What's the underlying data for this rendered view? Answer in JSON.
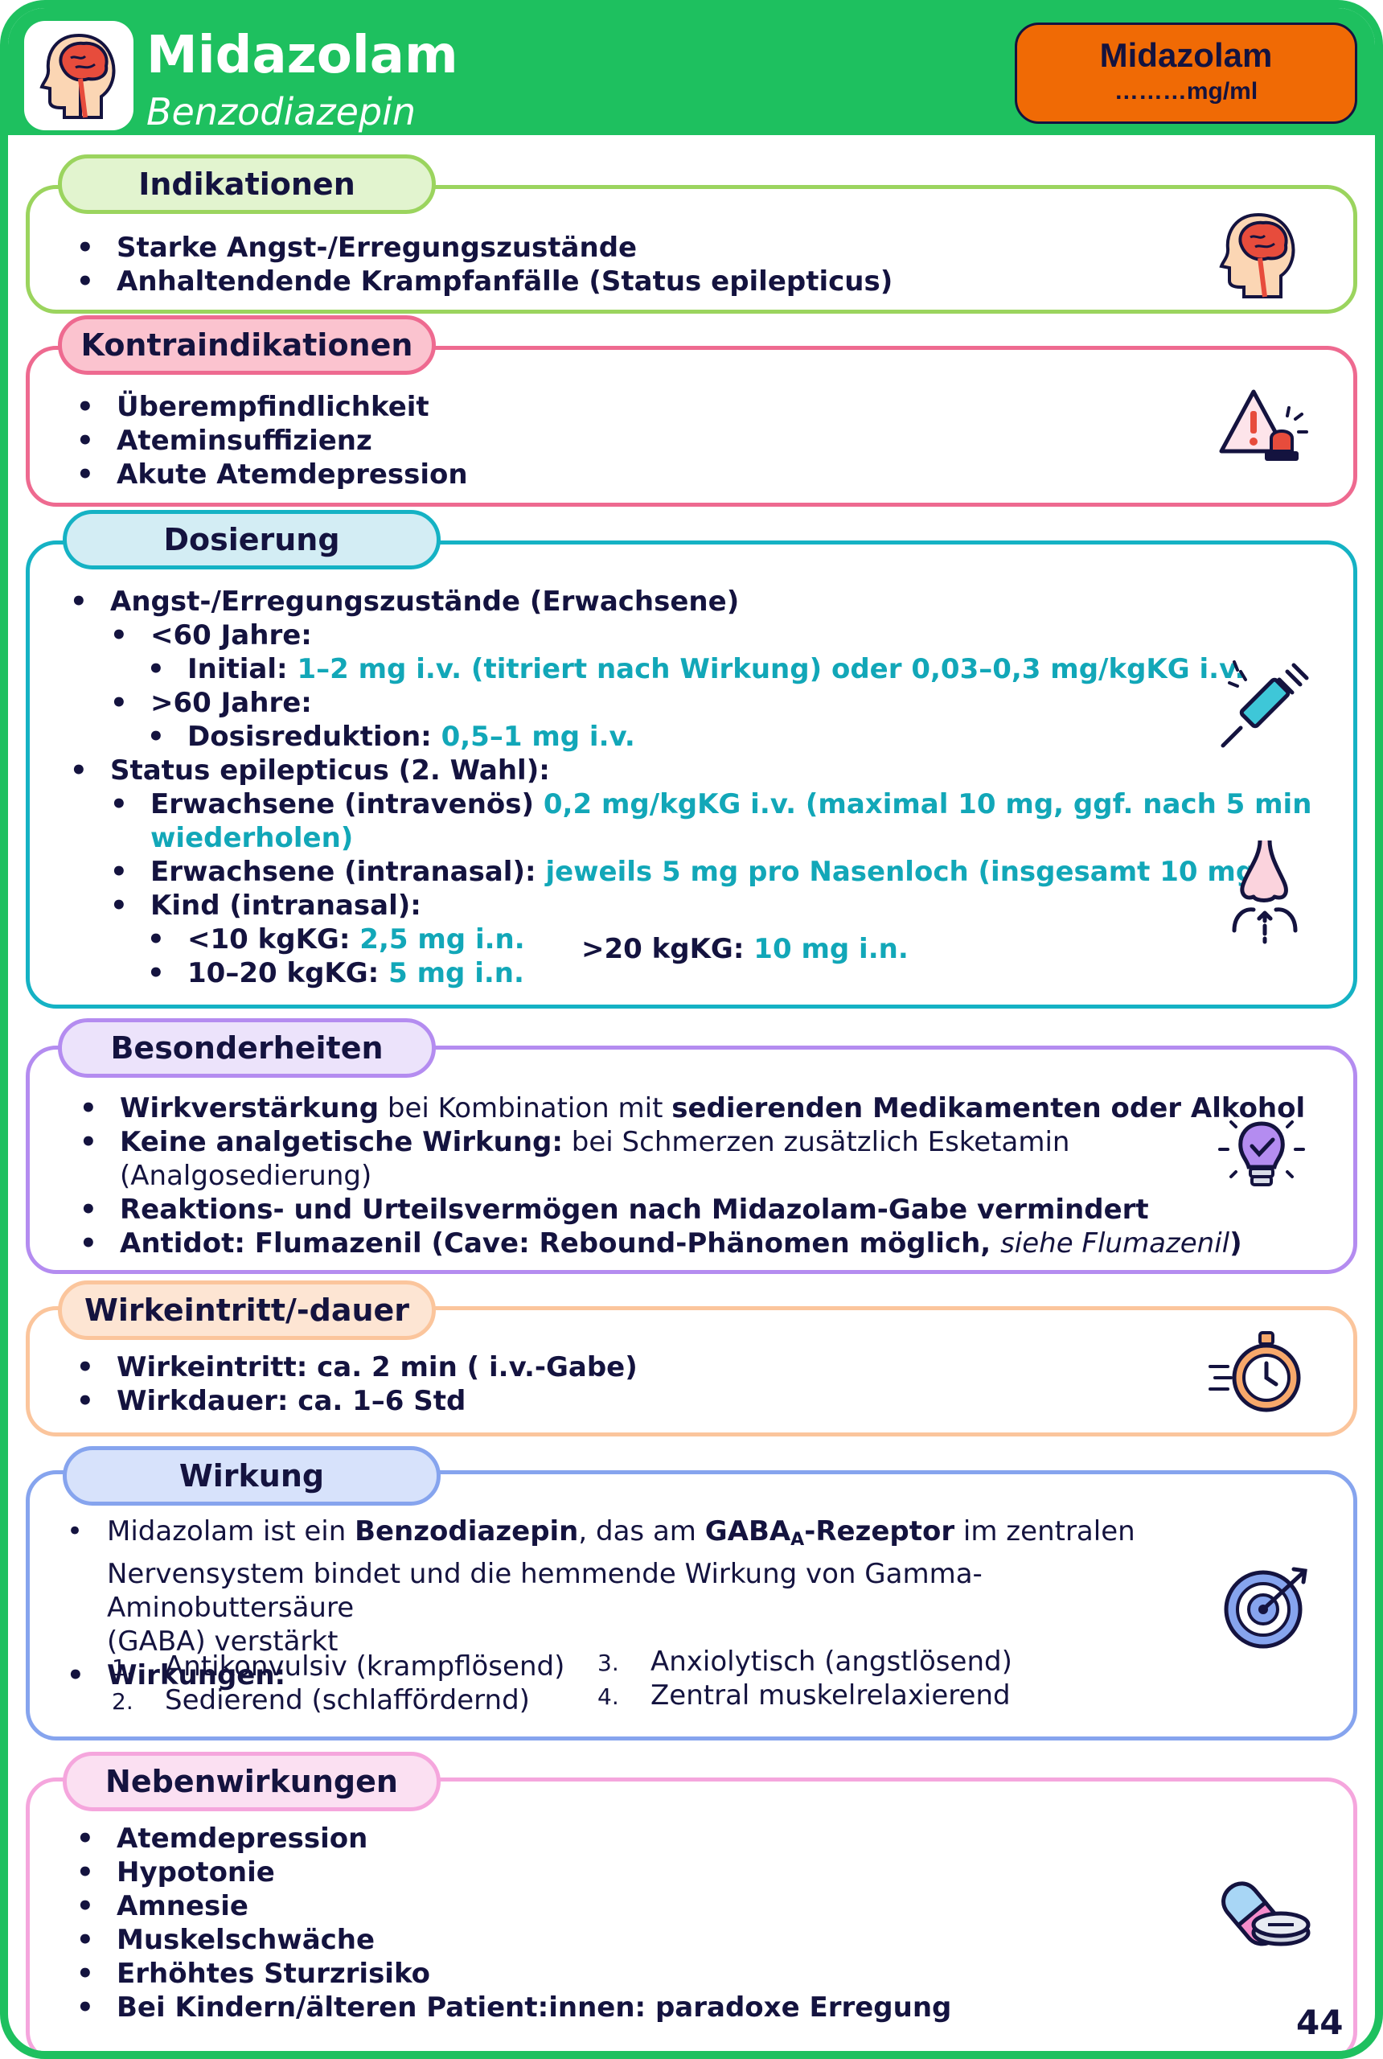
{
  "header": {
    "title": "Midazolam",
    "subtitle": "Benzodiazepin",
    "badge_title": "Midazolam",
    "badge_concentration": "………mg/ml",
    "logo_icon": "brain-head-icon"
  },
  "colors": {
    "header_green": "#1ec05f",
    "badge_orange": "#f06a05",
    "dose_cyan": "#12a7b8",
    "indikationen": "#9bd45e",
    "kontraindikationen": "#ee6a90",
    "dosierung": "#15b2c4",
    "besonderheiten": "#b48cf0",
    "wirkeintritt": "#fbc59c",
    "wirkung": "#86a4ee",
    "nebenwirkungen": "#f5a6dd"
  },
  "indikationen": {
    "title": "Indikationen",
    "icon": "brain-head-icon",
    "items": [
      "Starke Angst-/Erregungszustände",
      "Anhaltendende Krampfanfälle (Status epilepticus)"
    ]
  },
  "kontraindikationen": {
    "title": "Kontraindikationen",
    "icon": "warning-siren-icon",
    "items": [
      "Überempfindlichkeit",
      "Ateminsuffizienz",
      "Akute Atemdepression"
    ]
  },
  "dosierung": {
    "title": "Dosierung",
    "icons": [
      "syringe-icon",
      "nose-icon"
    ],
    "angst_title": "Angst-/Erregungszustände (Erwachsene)",
    "under60": "<60 Jahre:",
    "initial_label": "Initial:",
    "initial_value": "1–2 mg i.v. (titriert nach Wirkung) oder 0,03–0,3 mg/kgKG i.v.",
    "over60": ">60 Jahre:",
    "reduktion_label": "Dosisreduktion:",
    "reduktion_value": "0,5–1 mg i.v.",
    "status_title": "Status epilepticus (2. Wahl):",
    "iv_label": "Erwachsene (intravenös)",
    "iv_value_1": "0,2 mg/kgKG i.v. (maximal 10 mg, ggf. nach 5 min",
    "iv_value_2": "wiederholen)",
    "in_label": "Erwachsene (intranasal):",
    "in_value": "jeweils 5 mg pro Nasenloch (insgesamt 10 mg)",
    "kind_title": "Kind (intranasal):",
    "k1_label": "<10 kgKG:",
    "k1_value": "2,5 mg i.n.",
    "k2_label": "10–20 kgKG:",
    "k2_value": "5 mg i.n.",
    "k3_label": ">20 kgKG:",
    "k3_value": "10 mg i.n."
  },
  "besonderheiten": {
    "title": "Besonderheiten",
    "icon": "lightbulb-check-icon",
    "i1_b1": "Wirkverstärkung",
    "i1_r": " bei Kombination mit ",
    "i1_b2": "sedierenden Medikamenten oder Alkohol",
    "i2_b": "Keine analgetische Wirkung:",
    "i2_r1": " bei Schmerzen zusätzlich Esketamin",
    "i2_r2": "(Analgosedierung)",
    "i3": "Reaktions- und Urteilsvermögen nach Midazolam-Gabe vermindert",
    "i4_b": "Antidot: Flumazenil (Cave: Rebound-Phänomen möglich, ",
    "i4_i": "siehe Flumazenil",
    "i4_end": ")"
  },
  "wirkeintritt": {
    "title": "Wirkeintritt/-dauer",
    "icon": "stopwatch-icon",
    "items": [
      "Wirkeintritt: ca. 2 min ( i.v.-Gabe)",
      "Wirkdauer: ca. 1–6 Std"
    ]
  },
  "wirkung": {
    "title": "Wirkung",
    "icon": "target-arrow-icon",
    "l1_r1": "Midazolam ist ein ",
    "l1_b1": "Benzodiazepin",
    "l1_r2": ", das am ",
    "l1_b2": "GABA",
    "l1_sub": "A",
    "l1_b3": "-Rezeptor",
    "l1_r3": " im zentralen",
    "l2": "Nervensystem bindet und die hemmende Wirkung von Gamma-Aminobuttersäure",
    "l3": "(GABA) verstärkt",
    "wirkungen_title": "Wirkungen:",
    "list": [
      {
        "n": "1.",
        "t": "Antikonvulsiv (krampflösend)"
      },
      {
        "n": "2.",
        "t": "Sedierend (schlaffördernd)"
      },
      {
        "n": "3.",
        "t": "Anxiolytisch (angstlösend)"
      },
      {
        "n": "4.",
        "t": "Zentral muskelrelaxierend"
      }
    ]
  },
  "nebenwirkungen": {
    "title": "Nebenwirkungen",
    "icon": "pills-icon",
    "items": [
      "Atemdepression",
      "Hypotonie",
      "Amnesie",
      "Muskelschwäche",
      "Erhöhtes Sturzrisiko",
      "Bei Kindern/älteren Patient:innen: paradoxe Erregung"
    ]
  },
  "page_number": "44"
}
